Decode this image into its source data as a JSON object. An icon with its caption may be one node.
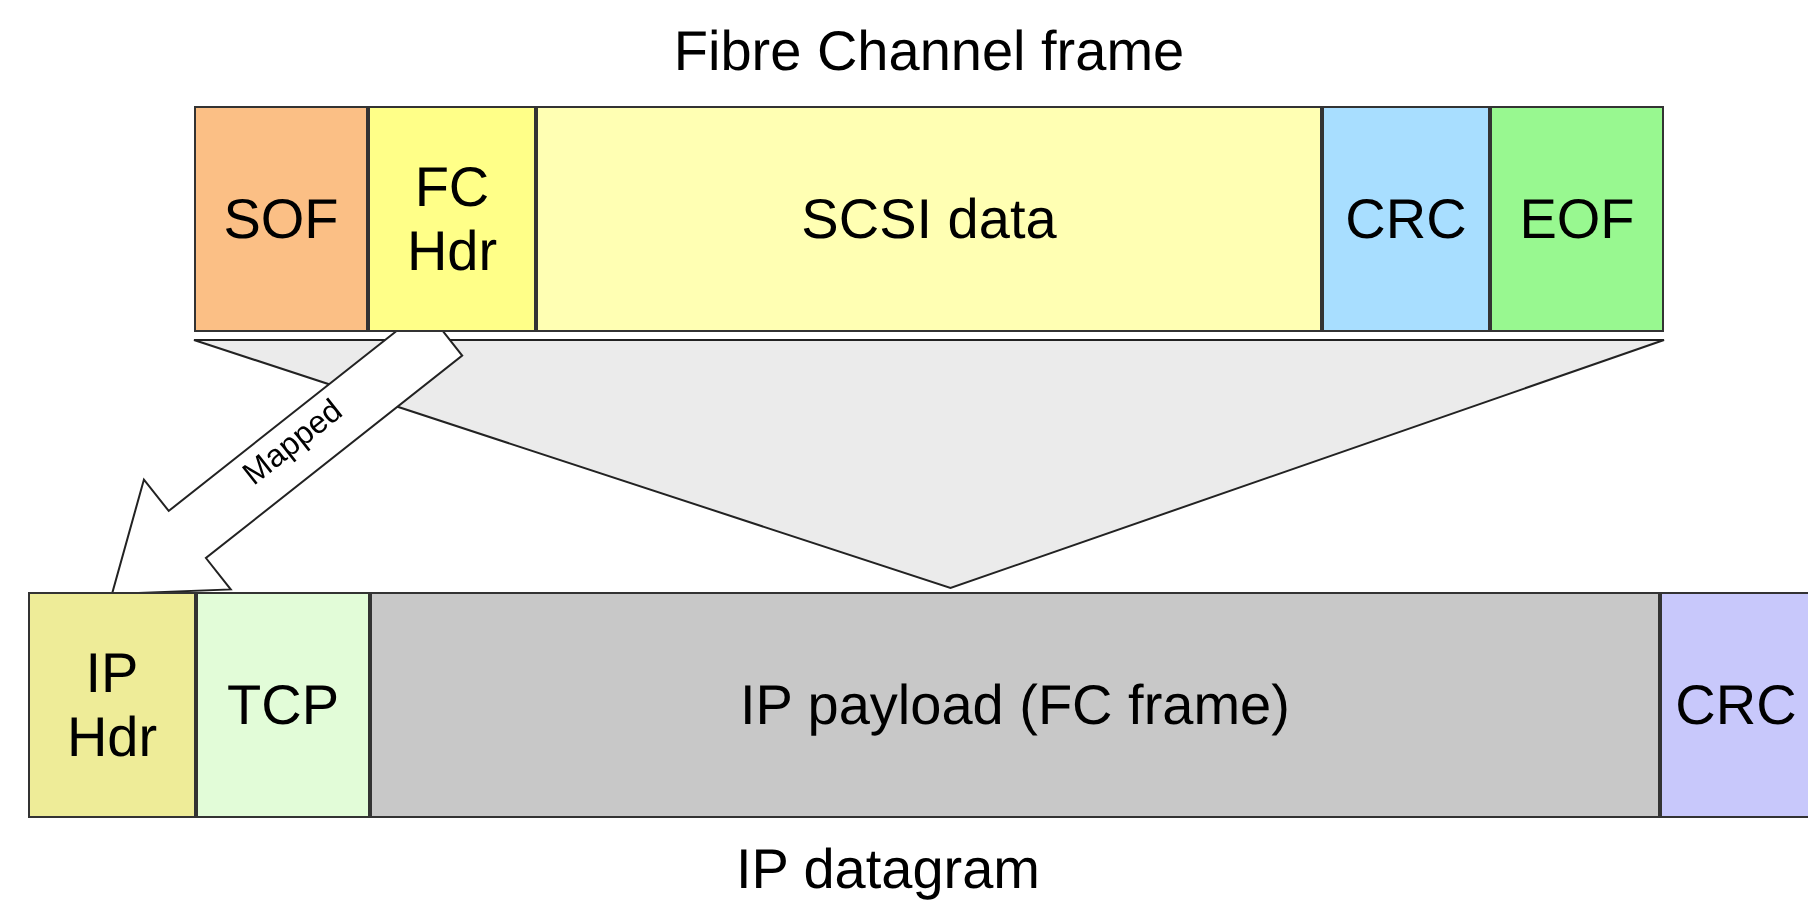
{
  "diagram": {
    "nodes": [
      {
        "text": [
          "Fibre Channel frame"
        ]
      },
      {
        "text": [
          "SOF"
        ],
        "in": 0
      },
      {
        "text": [
          "FC Hdr"
        ],
        "in": 0
      },
      {
        "text": [
          "SCSI data"
        ],
        "in": 0
      },
      {
        "text": [
          "CRC"
        ],
        "in": 0
      },
      {
        "text": [
          "EOF"
        ],
        "in": 0
      },
      {
        "text": [
          "IP datagram"
        ]
      },
      {
        "text": [
          "IP Hdr"
        ],
        "in": 6
      },
      {
        "text": [
          "TCP"
        ],
        "in": 6
      },
      {
        "text": [
          "IP payload (FC frame)"
        ],
        "in": 6
      },
      {
        "text": [
          "CRC"
        ],
        "in": 6
      }
    ],
    "edges": [
      {
        "from": 2,
        "to": 7,
        "arrow": "to",
        "label": "Mapped"
      },
      {
        "from": 0,
        "to": 9,
        "arrow": "to"
      }
    ]
  }
}
